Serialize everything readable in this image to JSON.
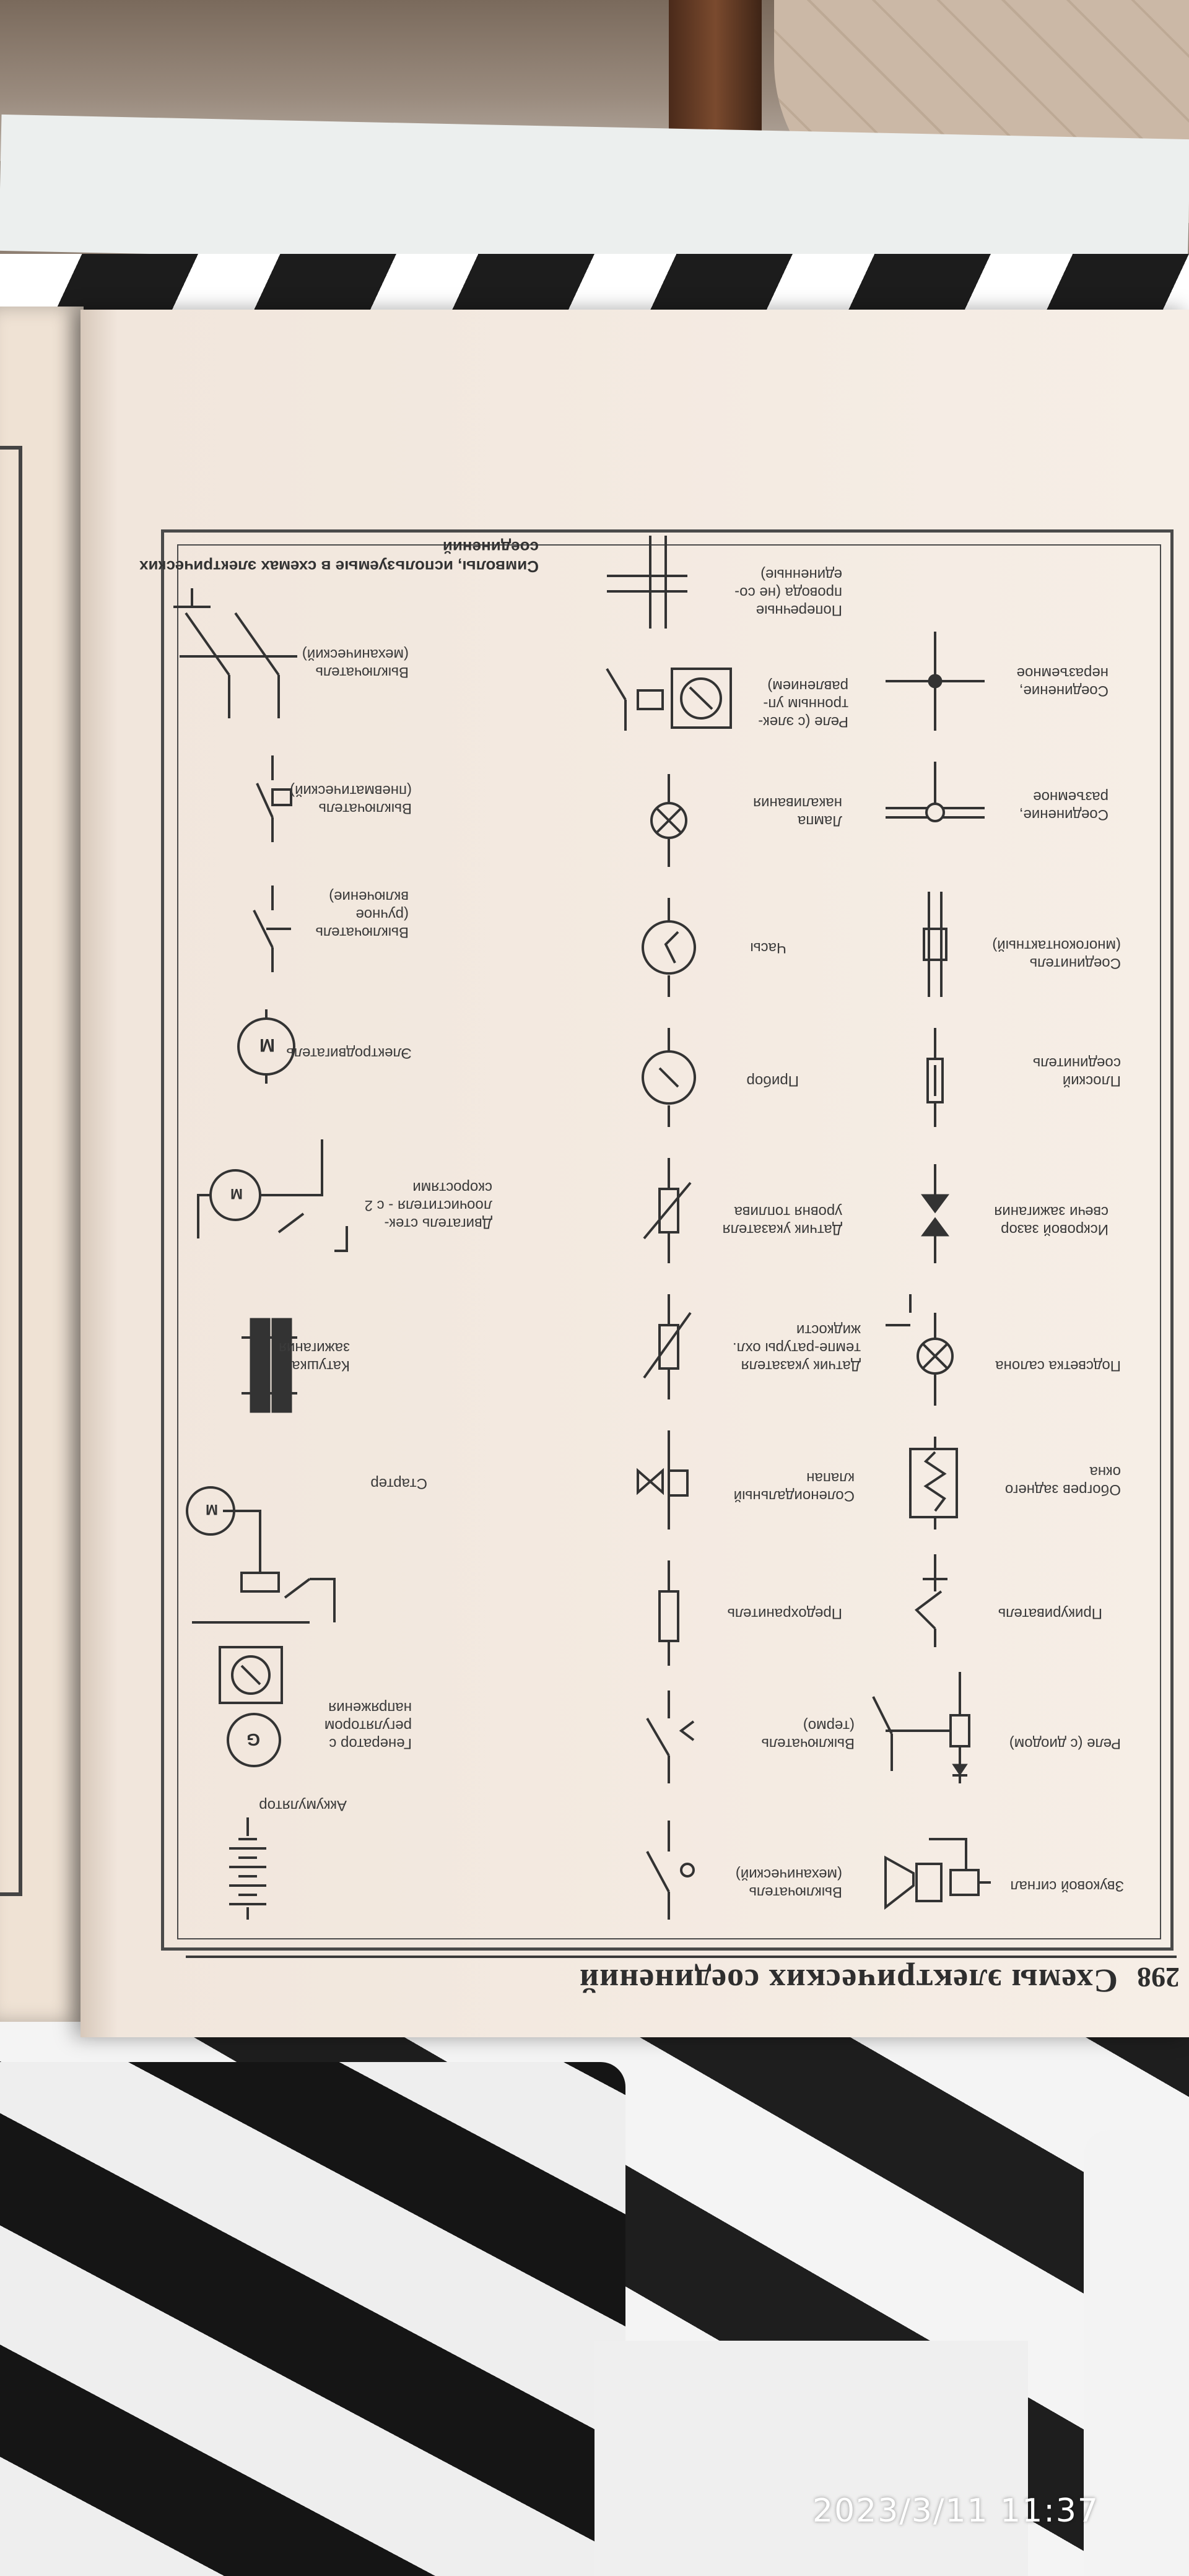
{
  "page": {
    "number": "298",
    "header_title": "Схемы электрических соединений",
    "symbols_title": "Символы, используемые в схемах электрических соединений"
  },
  "symbols": {
    "c1": {
      "battery": "Аккумулятор",
      "generator": "Генератор с регулятором напряжения",
      "starter": "Стартер",
      "ignition_coil": "Катушка зажигания",
      "wiper_motor": "Двигатель стек-лоочистителя - с 2 скоростями",
      "motor": "Электродвигатель",
      "switch_manual": "Выключатель (ручное включение)",
      "switch_pneumatic": "Выключатель (пневматический)",
      "switch_mechanical": "Выключатель (механический)"
    },
    "c2": {
      "switch_mechanical": "Выключатель (механический)",
      "switch_thermo": "Выключатель (термо)",
      "fuse": "Предохранитель",
      "solenoid_valve": "Соленоидальный клапан",
      "temp_sensor": "Датчик указателя темпе-ратуры охл. жидкости",
      "fuel_sensor": "Датчик указателя уровня топлива",
      "gauge": "Прибор",
      "clock": "Часы",
      "lamp": "Лампа накаливания",
      "relay_electronic": "Реле (с элек-тронным уп-равлением)",
      "crossing_wires": "Поперечные провода (не со-единенные)"
    },
    "c3": {
      "horn": "Звуковой сигнал",
      "relay_diode": "Реле (с диодом)",
      "cigar_lighter": "Прикуриватель",
      "rear_defogger": "Обогрев заднего окна",
      "interior_light": "Подсветка салона",
      "spark_gap": "Искровой зазор свечи зажигания",
      "flat_connector": "Плоский соединитель",
      "multi_connector": "Соединитель (многоконтактный)",
      "junction_detachable": "Соединение, разъемное",
      "junction_permanent": "Соединение, неразъемное"
    }
  },
  "timestamp": "2023/3/11 11:37",
  "colors": {
    "ink": "#333333",
    "paper": "#f4ece3"
  },
  "icons": [
    "battery-icon",
    "generator-icon",
    "motor-icon",
    "lamp-icon",
    "clock-icon",
    "gauge-icon",
    "horn-icon",
    "relay-icon",
    "fuse-icon"
  ]
}
